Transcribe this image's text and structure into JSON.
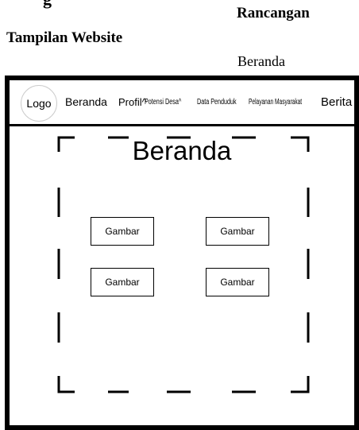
{
  "document": {
    "fragment": "g",
    "heading": "Rancangan",
    "subheading": "Tampilan Website",
    "caption": "Beranda"
  },
  "mockup": {
    "logo": "Logo",
    "nav": {
      "beranda": "Beranda",
      "profil": "Profil^",
      "potensi_desa": "Potensi Desa^",
      "data_penduduk": "Data Penduduk",
      "pelayanan": "Pelayanan Masyarakat",
      "berita": "Berita"
    },
    "title": "Beranda",
    "image_placeholders": [
      "Gambar",
      "Gambar",
      "Gambar",
      "Gambar"
    ]
  }
}
